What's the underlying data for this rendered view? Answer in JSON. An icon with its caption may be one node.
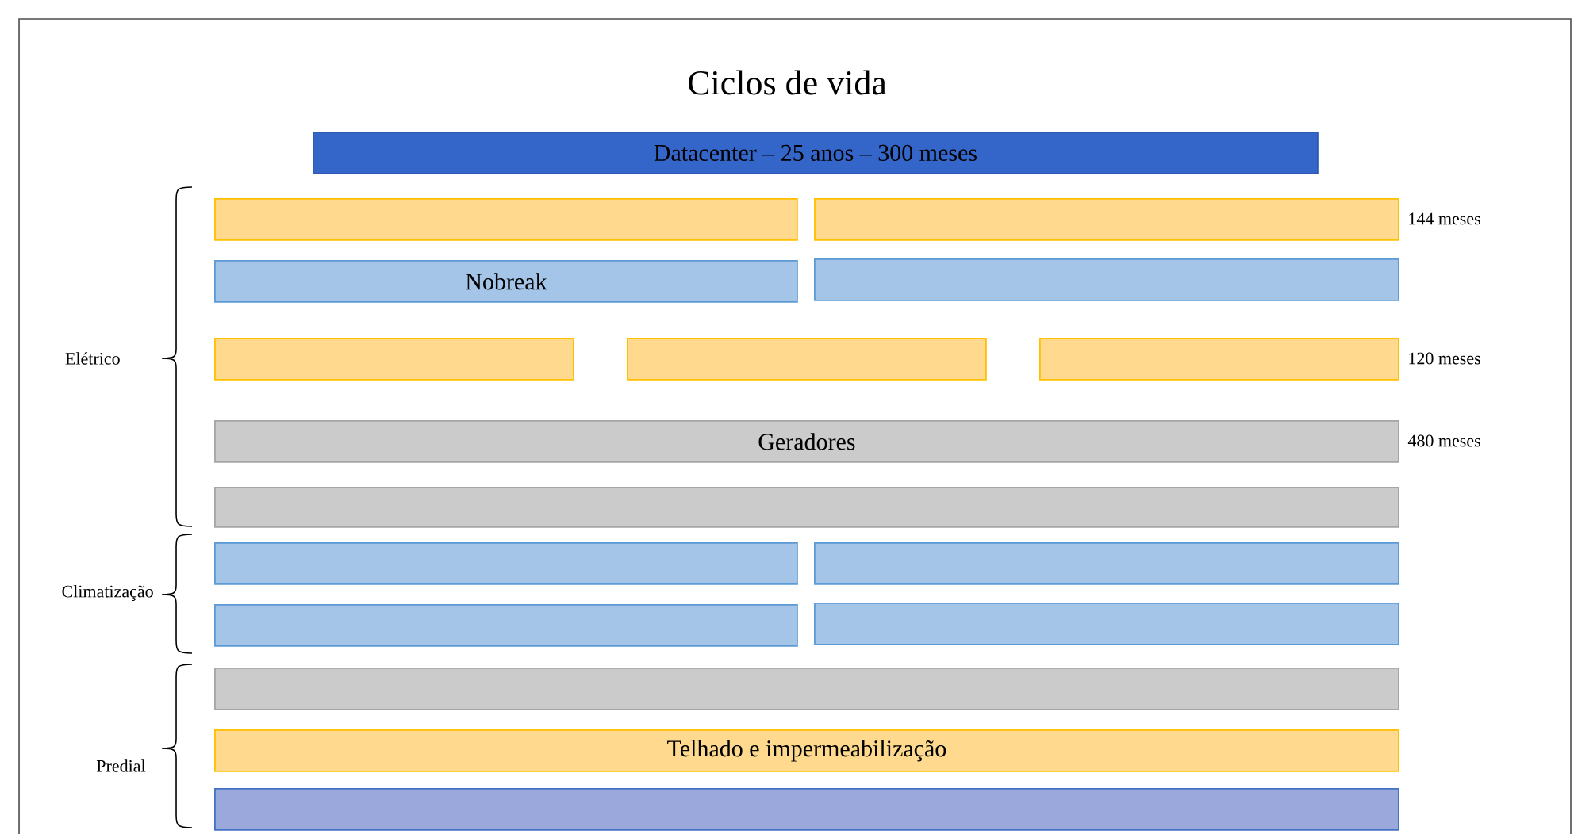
{
  "diagram": {
    "title": "Ciclos de vida",
    "nodes": [
      {
        "text": [
          "Datacenter – 25 anos – 300 meses"
        ]
      },
      {
        "text": [],
        "shape": "bar"
      },
      {
        "text": [],
        "shape": "bar",
        "beside": [
          "144 meses"
        ]
      },
      {
        "text": [
          "Nobreak"
        ]
      },
      {
        "text": [],
        "shape": "bar"
      },
      {
        "text": [],
        "shape": "bar"
      },
      {
        "text": [],
        "shape": "bar"
      },
      {
        "text": [],
        "shape": "bar",
        "beside": [
          "120 meses"
        ]
      },
      {
        "text": [
          "Geradores"
        ],
        "beside": [
          "480 meses"
        ]
      },
      {
        "text": [],
        "shape": "bar"
      },
      {
        "text": [],
        "shape": "bar"
      },
      {
        "text": [],
        "shape": "bar"
      },
      {
        "text": [],
        "shape": "bar"
      },
      {
        "text": [],
        "shape": "bar"
      },
      {
        "text": [],
        "shape": "bar"
      },
      {
        "text": [
          "Telhado e impermeabilização"
        ]
      },
      {
        "text": [],
        "shape": "bar"
      }
    ],
    "labels": [
      "Elétrico",
      "Climatização",
      "Predial"
    ]
  }
}
